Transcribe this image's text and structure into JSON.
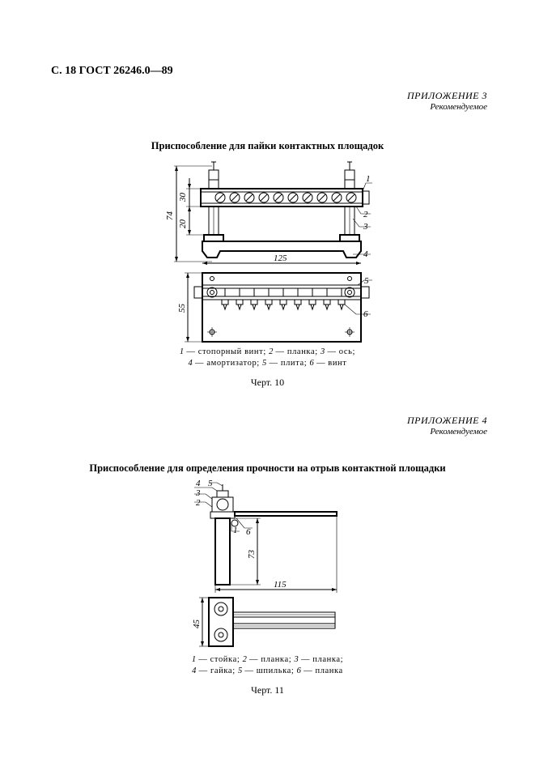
{
  "header": {
    "page_ref": "С. 18 ГОСТ 26246.0—89"
  },
  "appendix3": {
    "number": "ПРИЛОЖЕНИЕ 3",
    "status": "Рекомендуемое"
  },
  "figure10": {
    "title": "Приспособление для пайки контактных площадок",
    "dims": {
      "d30": "30",
      "d20": "20",
      "d74": "74",
      "d125": "125",
      "d55": "55"
    },
    "callouts": [
      "1",
      "2",
      "3",
      "4",
      "5",
      "6"
    ],
    "legend": [
      {
        "num": "1",
        "text": "стопорный винт"
      },
      {
        "num": "2",
        "text": "планка"
      },
      {
        "num": "3",
        "text": "ось"
      },
      {
        "num": "4",
        "text": "амортизатор"
      },
      {
        "num": "5",
        "text": "плита"
      },
      {
        "num": "6",
        "text": "винт"
      }
    ],
    "caption": "Черт. 10"
  },
  "appendix4": {
    "number": "ПРИЛОЖЕНИЕ 4",
    "status": "Рекомендуемое"
  },
  "figure11": {
    "title": "Приспособление для определения прочности на отрыв контактной площадки",
    "dims": {
      "d73": "73",
      "d115": "115",
      "d45": "45"
    },
    "callouts": [
      "4",
      "5",
      "3",
      "2",
      "1",
      "6"
    ],
    "legend": [
      {
        "num": "1",
        "text": "стойка"
      },
      {
        "num": "2",
        "text": "планка"
      },
      {
        "num": "3",
        "text": "планка"
      },
      {
        "num": "4",
        "text": "гайка"
      },
      {
        "num": "5",
        "text": "шпилька"
      },
      {
        "num": "6",
        "text": "планка"
      }
    ],
    "caption": "Черт. 11"
  }
}
